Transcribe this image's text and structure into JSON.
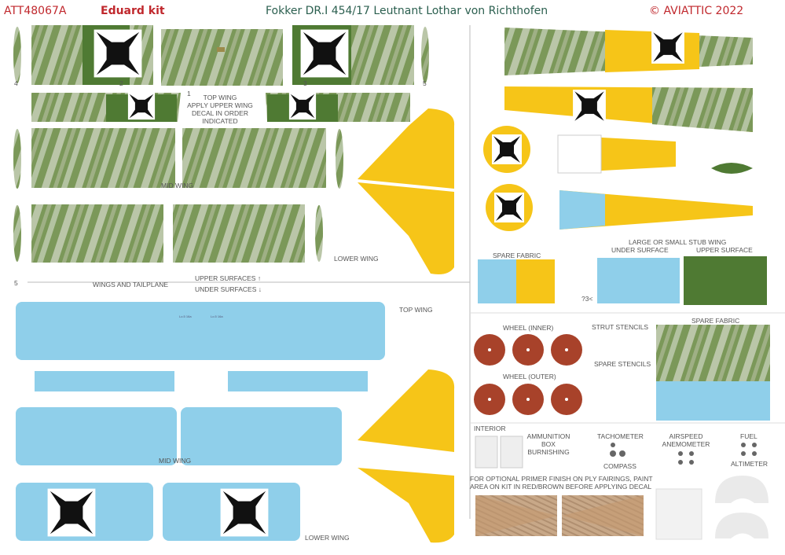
{
  "header": {
    "code": "ATT48067A",
    "kit": "Eduard kit",
    "title": "Fokker DR.I 454/17 Leutnant Lothar von Richthofen",
    "copyright": "© AVIATTIC 2022"
  },
  "colors": {
    "red": "#c0282d",
    "title": "#2b5f4f",
    "streaky_green": "#7e9a5c",
    "solid_green": "#4f7a33",
    "yellow": "#f6c518",
    "light_blue": "#8fcfea",
    "wheel": "#a8422a"
  },
  "upper": {
    "wing_numbers": [
      "4",
      "2",
      "1",
      "3",
      "5"
    ],
    "top_wing_note": [
      "TOP WING",
      "APPLY UPPER WING",
      "DECAL IN ORDER",
      "INDICATED"
    ],
    "mid_wing": "MID WING",
    "lower_wing": "LOWER WING"
  },
  "divider": {
    "marker": "5",
    "section": "WINGS AND TAILPLANE",
    "upper_surfaces": "UPPER SURFACES ↑",
    "under_surfaces": "UNDER SURFACES ↓"
  },
  "lower": {
    "top_wing": "TOP WING",
    "mid_wing": "MID WING",
    "lower_wing": "LOWER WING",
    "tiny_1": "Lo.5 16a",
    "tiny_2": "Lo.5 16a"
  },
  "right": {
    "stub_wing": "LARGE OR SMALL STUB WING",
    "under_surface": "UNDER SURFACE",
    "upper_surface": "UPPER SURFACE",
    "spare_fabric_1": "SPARE FABRIC",
    "spare_fabric_2": "SPARE FABRIC",
    "cut_mark": "?3<",
    "wheel_inner": "WHEEL (INNER)",
    "wheel_outer": "WHEEL (OUTER)",
    "strut_stencils": "STRUT STENCILS",
    "spare_stencils": "SPARE STENCILS",
    "interior": "INTERIOR",
    "ammo": [
      "AMMUNITION",
      "BOX",
      "BURNISHING"
    ],
    "tachometer": "TACHOMETER",
    "compass": "COMPASS",
    "airspeed": [
      "AIRSPEED",
      "ANEMOMETER"
    ],
    "fuel": "FUEL",
    "altimeter": "ALTIMETER",
    "primer_note": [
      "FOR OPTIONAL PRIMER FINISH ON PLY FAIRINGS, PAINT",
      "AREA ON KIT IN RED/BROWN BEFORE APPLYING DECAL"
    ]
  }
}
